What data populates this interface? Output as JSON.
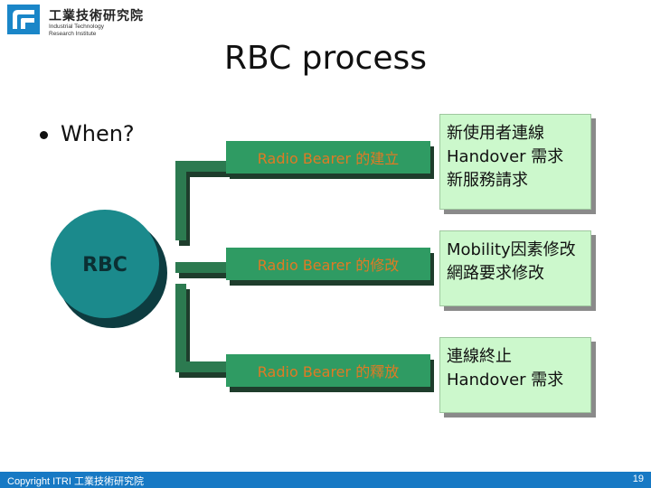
{
  "header": {
    "logo_cn": "工業技術研究院",
    "logo_en_line1": "Industrial Technology",
    "logo_en_line2": "Research Institute"
  },
  "slide": {
    "title": "RBC process",
    "bullet": "When?"
  },
  "diagram": {
    "center_label": "RBC",
    "stages": [
      {
        "label": "Radio Bearer 的建立",
        "note_lines": [
          "新使用者連線",
          "Handover 需求",
          "新服務請求"
        ]
      },
      {
        "label": "Radio Bearer 的修改",
        "note_lines": [
          "Mobility因素修改",
          "網路要求修改"
        ]
      },
      {
        "label": "Radio Bearer 的釋放",
        "note_lines": [
          "連線終止",
          "Handover 需求"
        ]
      }
    ],
    "colors": {
      "circle": "#1b8a8c",
      "circle_shadow": "#0d3c40",
      "connector": "#2c7a50",
      "stage": "#2f9b63",
      "stage_text": "#e07a24",
      "note": "#ccf8cc"
    }
  },
  "footer": {
    "copyright": "Copyright ITRI 工業技術研究院",
    "page_number": "19"
  }
}
